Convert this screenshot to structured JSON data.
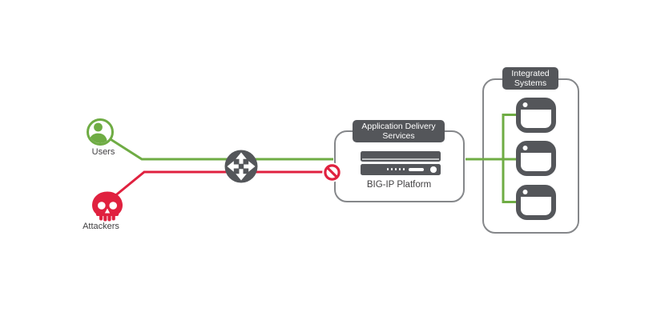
{
  "colors": {
    "green": "#6FAC44",
    "red": "#E0213F",
    "dark": "#54565A",
    "box-border": "#85878A",
    "label-text": "#414042",
    "server-slot": "#BCBEC0"
  },
  "nodes": {
    "users": {
      "label": "Users",
      "icon": "user-circle-icon"
    },
    "attackers": {
      "label": "Attackers",
      "icon": "skull-icon"
    },
    "router": {
      "icon": "router-arrows-icon"
    },
    "blocked": {
      "icon": "prohibition-sign-icon"
    },
    "app_delivery": {
      "badge": [
        "Application Delivery",
        "Services"
      ],
      "platform_label": "BIG-IP Platform",
      "icon": "server-appliance-icon"
    },
    "integrated_systems": {
      "badge": [
        "Integrated",
        "Systems"
      ],
      "icon": "app-window-icon",
      "app_count": 3
    }
  }
}
